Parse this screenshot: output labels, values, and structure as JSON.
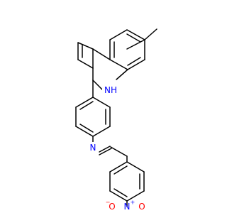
{
  "molecule": {
    "colors": {
      "carbon_bond": "#000000",
      "nitrogen": "#0000ff",
      "oxygen": "#ff0000",
      "background": "#ffffff"
    },
    "atom_labels": {
      "amine_nh": "NH",
      "imine_n": "N",
      "nitro_n": "N",
      "nitro_n_charge": "+",
      "nitro_o_minus": "O",
      "nitro_o_minus_charge": "−",
      "nitro_o": "O"
    }
  }
}
